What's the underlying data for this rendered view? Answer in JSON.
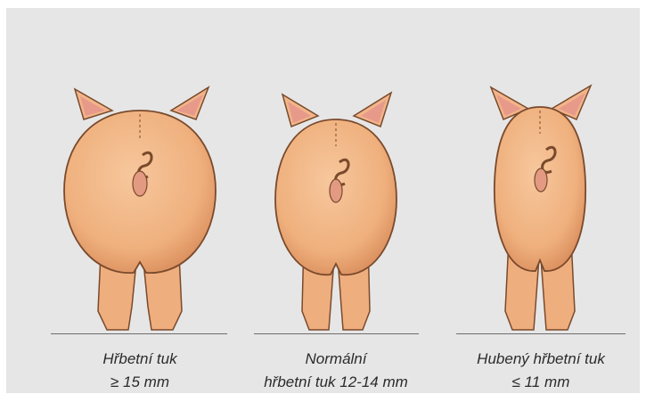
{
  "colors": {
    "background": "#e6e6e6",
    "skin": "#f0b383",
    "outline": "#7a4a2c",
    "caption": "#2b2b2b"
  },
  "illustrations": [
    {
      "name": "fat-pig-rear-view",
      "icon": "pig-rear-icon"
    },
    {
      "name": "normal-pig-rear-view",
      "icon": "pig-rear-icon"
    },
    {
      "name": "lean-pig-rear-view",
      "icon": "pig-rear-icon"
    }
  ],
  "captions": [
    {
      "line1": "Hřbetní tuk",
      "line2": "≥ 15 mm"
    },
    {
      "line1": "Normální",
      "line2": "hřbetní tuk 12-14 mm"
    },
    {
      "line1": "Hubený hřbetní tuk",
      "line2": "≤ 11 mm"
    }
  ]
}
